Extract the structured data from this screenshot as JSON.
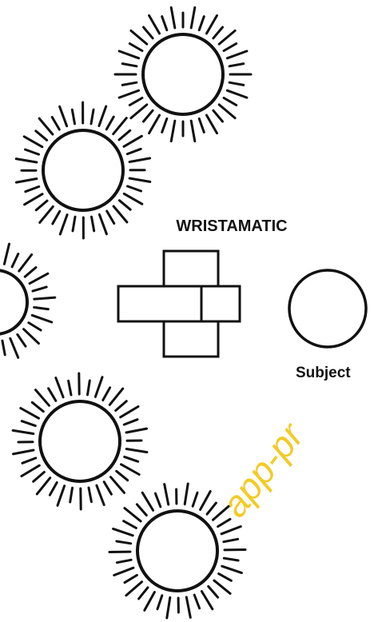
{
  "diagram": {
    "device_label": "WRISTAMATIC",
    "subject_label": "Subject",
    "watermark": "app-pr",
    "colors": {
      "ink": "#111111",
      "background": "#ffffff",
      "watermark": "#f2c200"
    },
    "light_sources": [
      {
        "name": "sun-top-right"
      },
      {
        "name": "sun-upper-left"
      },
      {
        "name": "sun-middle-left-partial"
      },
      {
        "name": "sun-lower-left"
      },
      {
        "name": "sun-bottom"
      }
    ]
  }
}
